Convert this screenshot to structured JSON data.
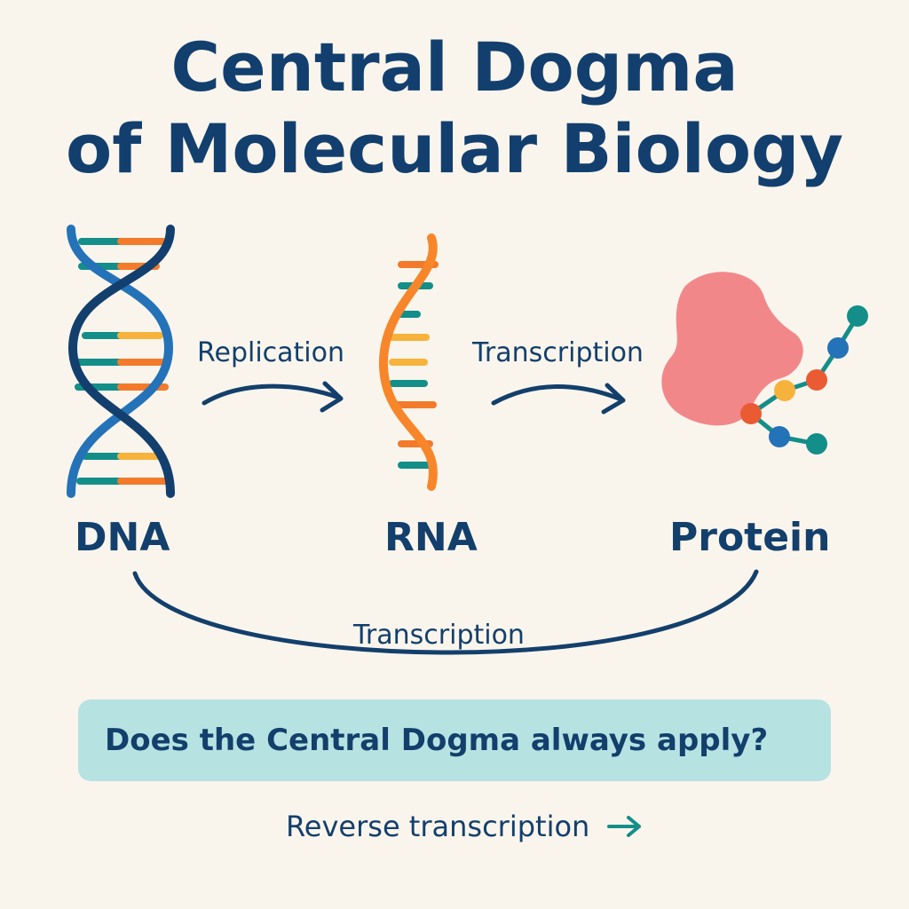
{
  "title": {
    "line1": "Central Dogma",
    "line2": "of Molecular Biology"
  },
  "nodes": {
    "dna": "DNA",
    "rna": "RNA",
    "protein": "Protein"
  },
  "arrows": {
    "replication": "Replication",
    "transcription_top": "Transcription",
    "transcription_bottom": "Transcription"
  },
  "callout": {
    "question": "Does the Central Dogma always apply?"
  },
  "footer": {
    "link_text": "Reverse transcription"
  },
  "icons": {
    "dna": "dna-helix-icon",
    "rna": "rna-strand-icon",
    "protein": "protein-blob-icon",
    "arrow": "arrow-right-icon"
  },
  "colors": {
    "title": "#123f6e",
    "dna_strand_blue": "#2472b8",
    "dna_strand_dark": "#123f6e",
    "base_teal": "#138e89",
    "base_orange": "#f37a2a",
    "base_yellow": "#f7b23b",
    "rna_orange": "#f7862a",
    "protein_pink": "#f2878a",
    "callout_bg": "#b6e2e2"
  }
}
